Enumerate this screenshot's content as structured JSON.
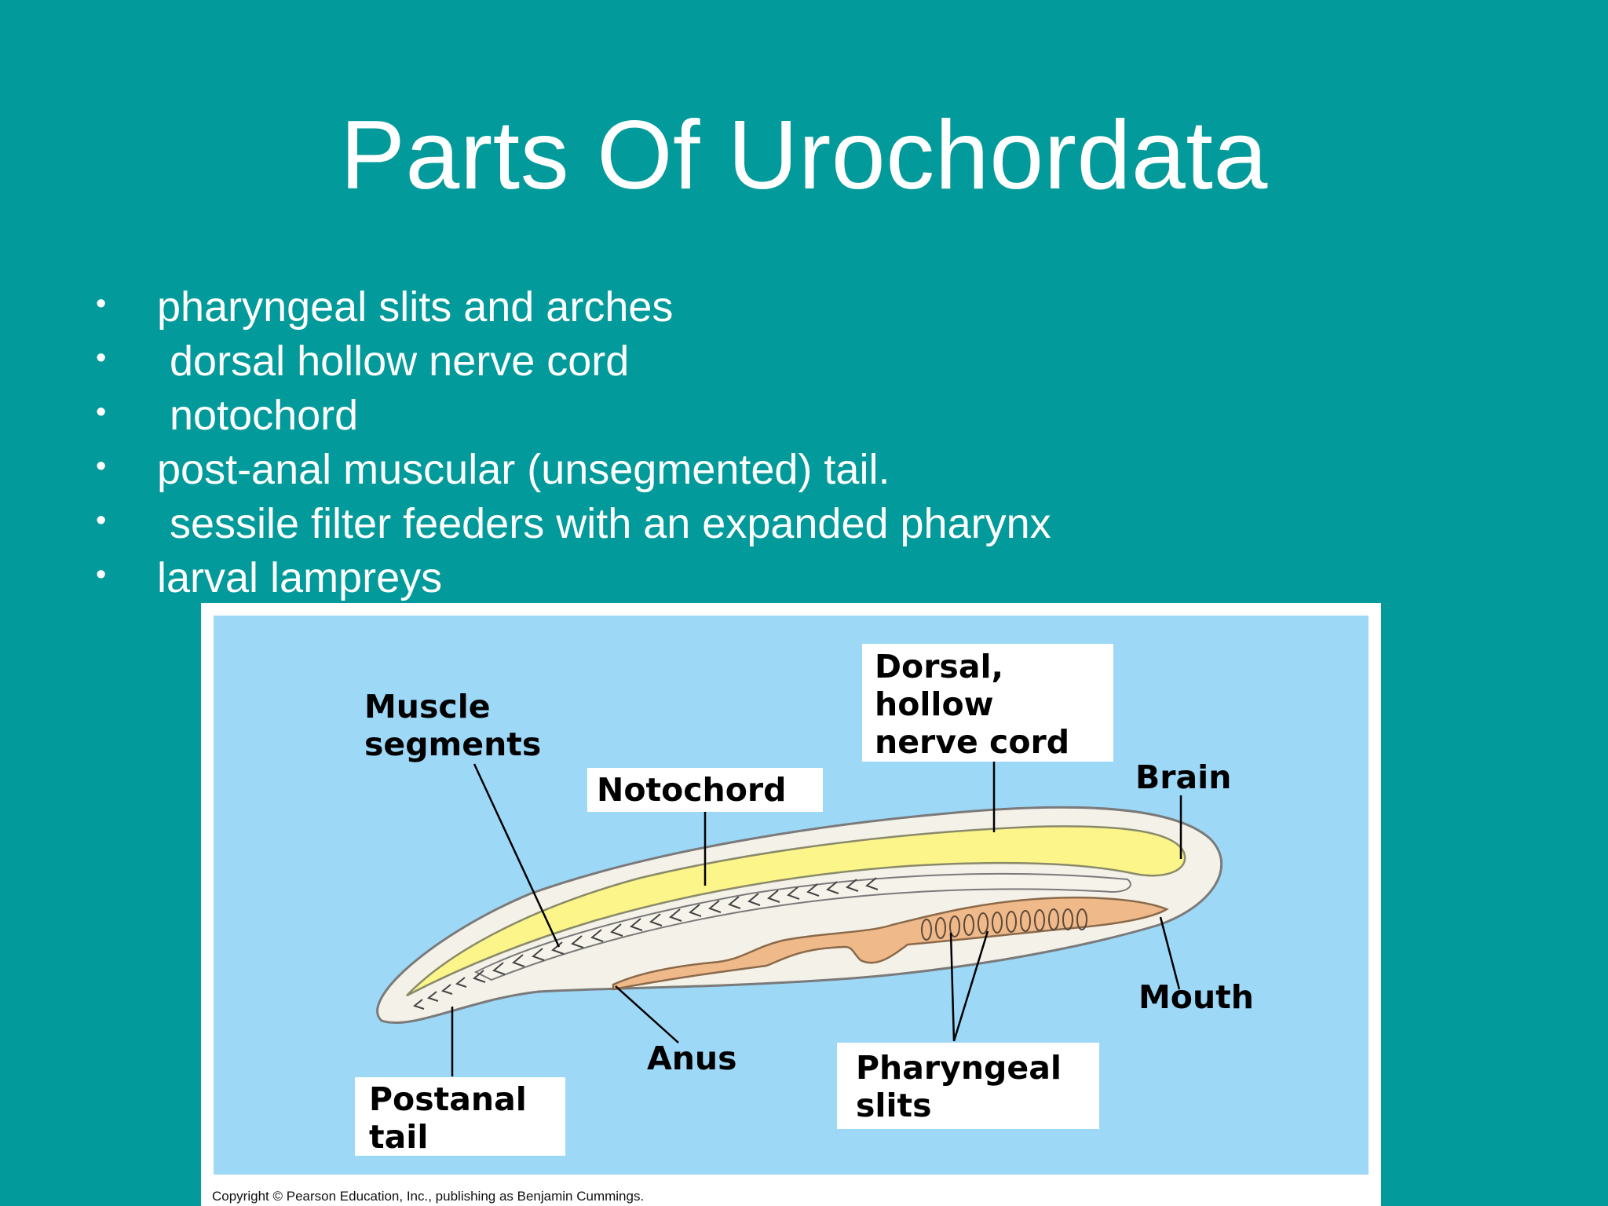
{
  "slide": {
    "title": "Parts Of Urochordata",
    "bullets": [
      {
        "text": "pharyngeal slits and arches",
        "indent": false
      },
      {
        "text": "dorsal hollow nerve cord",
        "indent": true
      },
      {
        "text": "notochord",
        "indent": true
      },
      {
        "text": "post-anal muscular (unsegmented) tail.",
        "indent": false
      },
      {
        "text": "sessile filter feeders with an expanded pharynx",
        "indent": true
      },
      {
        "text": "larval lampreys",
        "indent": false
      }
    ],
    "bullet_glyph": "•"
  },
  "figure": {
    "labels": {
      "muscle_1": "Muscle",
      "muscle_2": "segments",
      "notochord": "Notochord",
      "dorsal_1": "Dorsal,",
      "dorsal_2": "hollow",
      "dorsal_3": "nerve cord",
      "brain": "Brain",
      "mouth": "Mouth",
      "anus": "Anus",
      "pharyngeal_1": "Pharyngeal",
      "pharyngeal_2": "slits",
      "postanal_1": "Postanal",
      "postanal_2": "tail"
    },
    "copyright": "Copyright © Pearson Education, Inc., publishing as Benjamin Cummings.",
    "colors": {
      "background": "#9ed8f7",
      "body": "#f4f1e8",
      "nerve_cord": "#fbf58a",
      "pharynx": "#f0b98a"
    }
  }
}
